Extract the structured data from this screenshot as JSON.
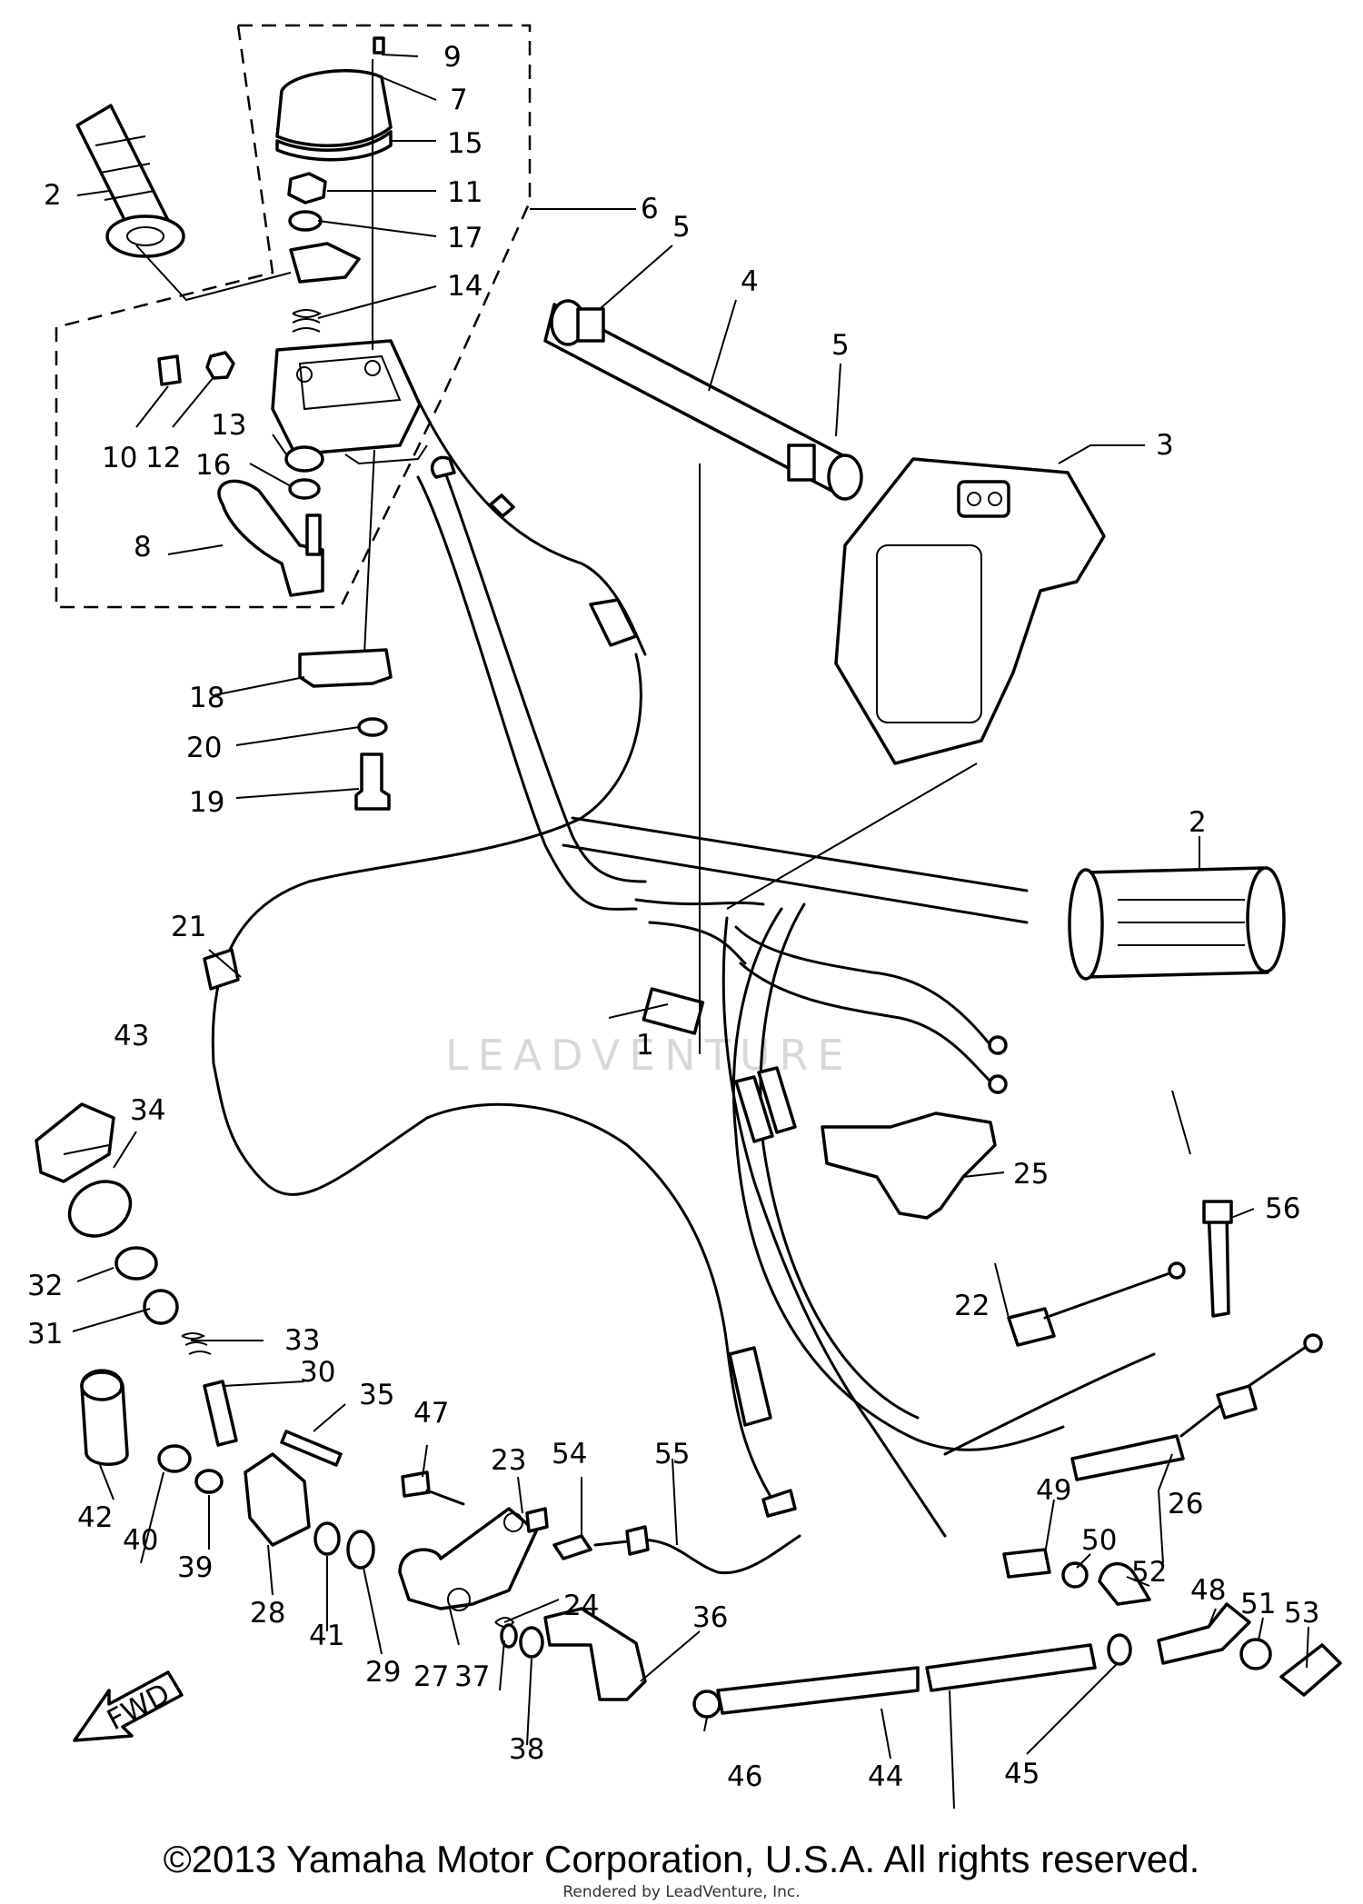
{
  "diagram": {
    "watermark": "LEADVENTURE",
    "fwd_arrow_text": "FWD",
    "callouts": [
      "1",
      "2",
      "3",
      "4",
      "5",
      "6",
      "7",
      "8",
      "9",
      "10",
      "11",
      "12",
      "13",
      "14",
      "15",
      "16",
      "17",
      "18",
      "19",
      "20",
      "21",
      "22",
      "23",
      "24",
      "25",
      "26",
      "27",
      "28",
      "29",
      "30",
      "31",
      "32",
      "33",
      "34",
      "35",
      "36",
      "37",
      "38",
      "39",
      "40",
      "41",
      "42",
      "43",
      "44",
      "45",
      "46",
      "47",
      "48",
      "49",
      "50",
      "51",
      "52",
      "53",
      "54",
      "55",
      "56"
    ]
  },
  "footer": {
    "copyright": "©2013 Yamaha Motor Corporation, U.S.A. All rights reserved.",
    "rendered_by": "Rendered by LeadVenture, Inc."
  }
}
